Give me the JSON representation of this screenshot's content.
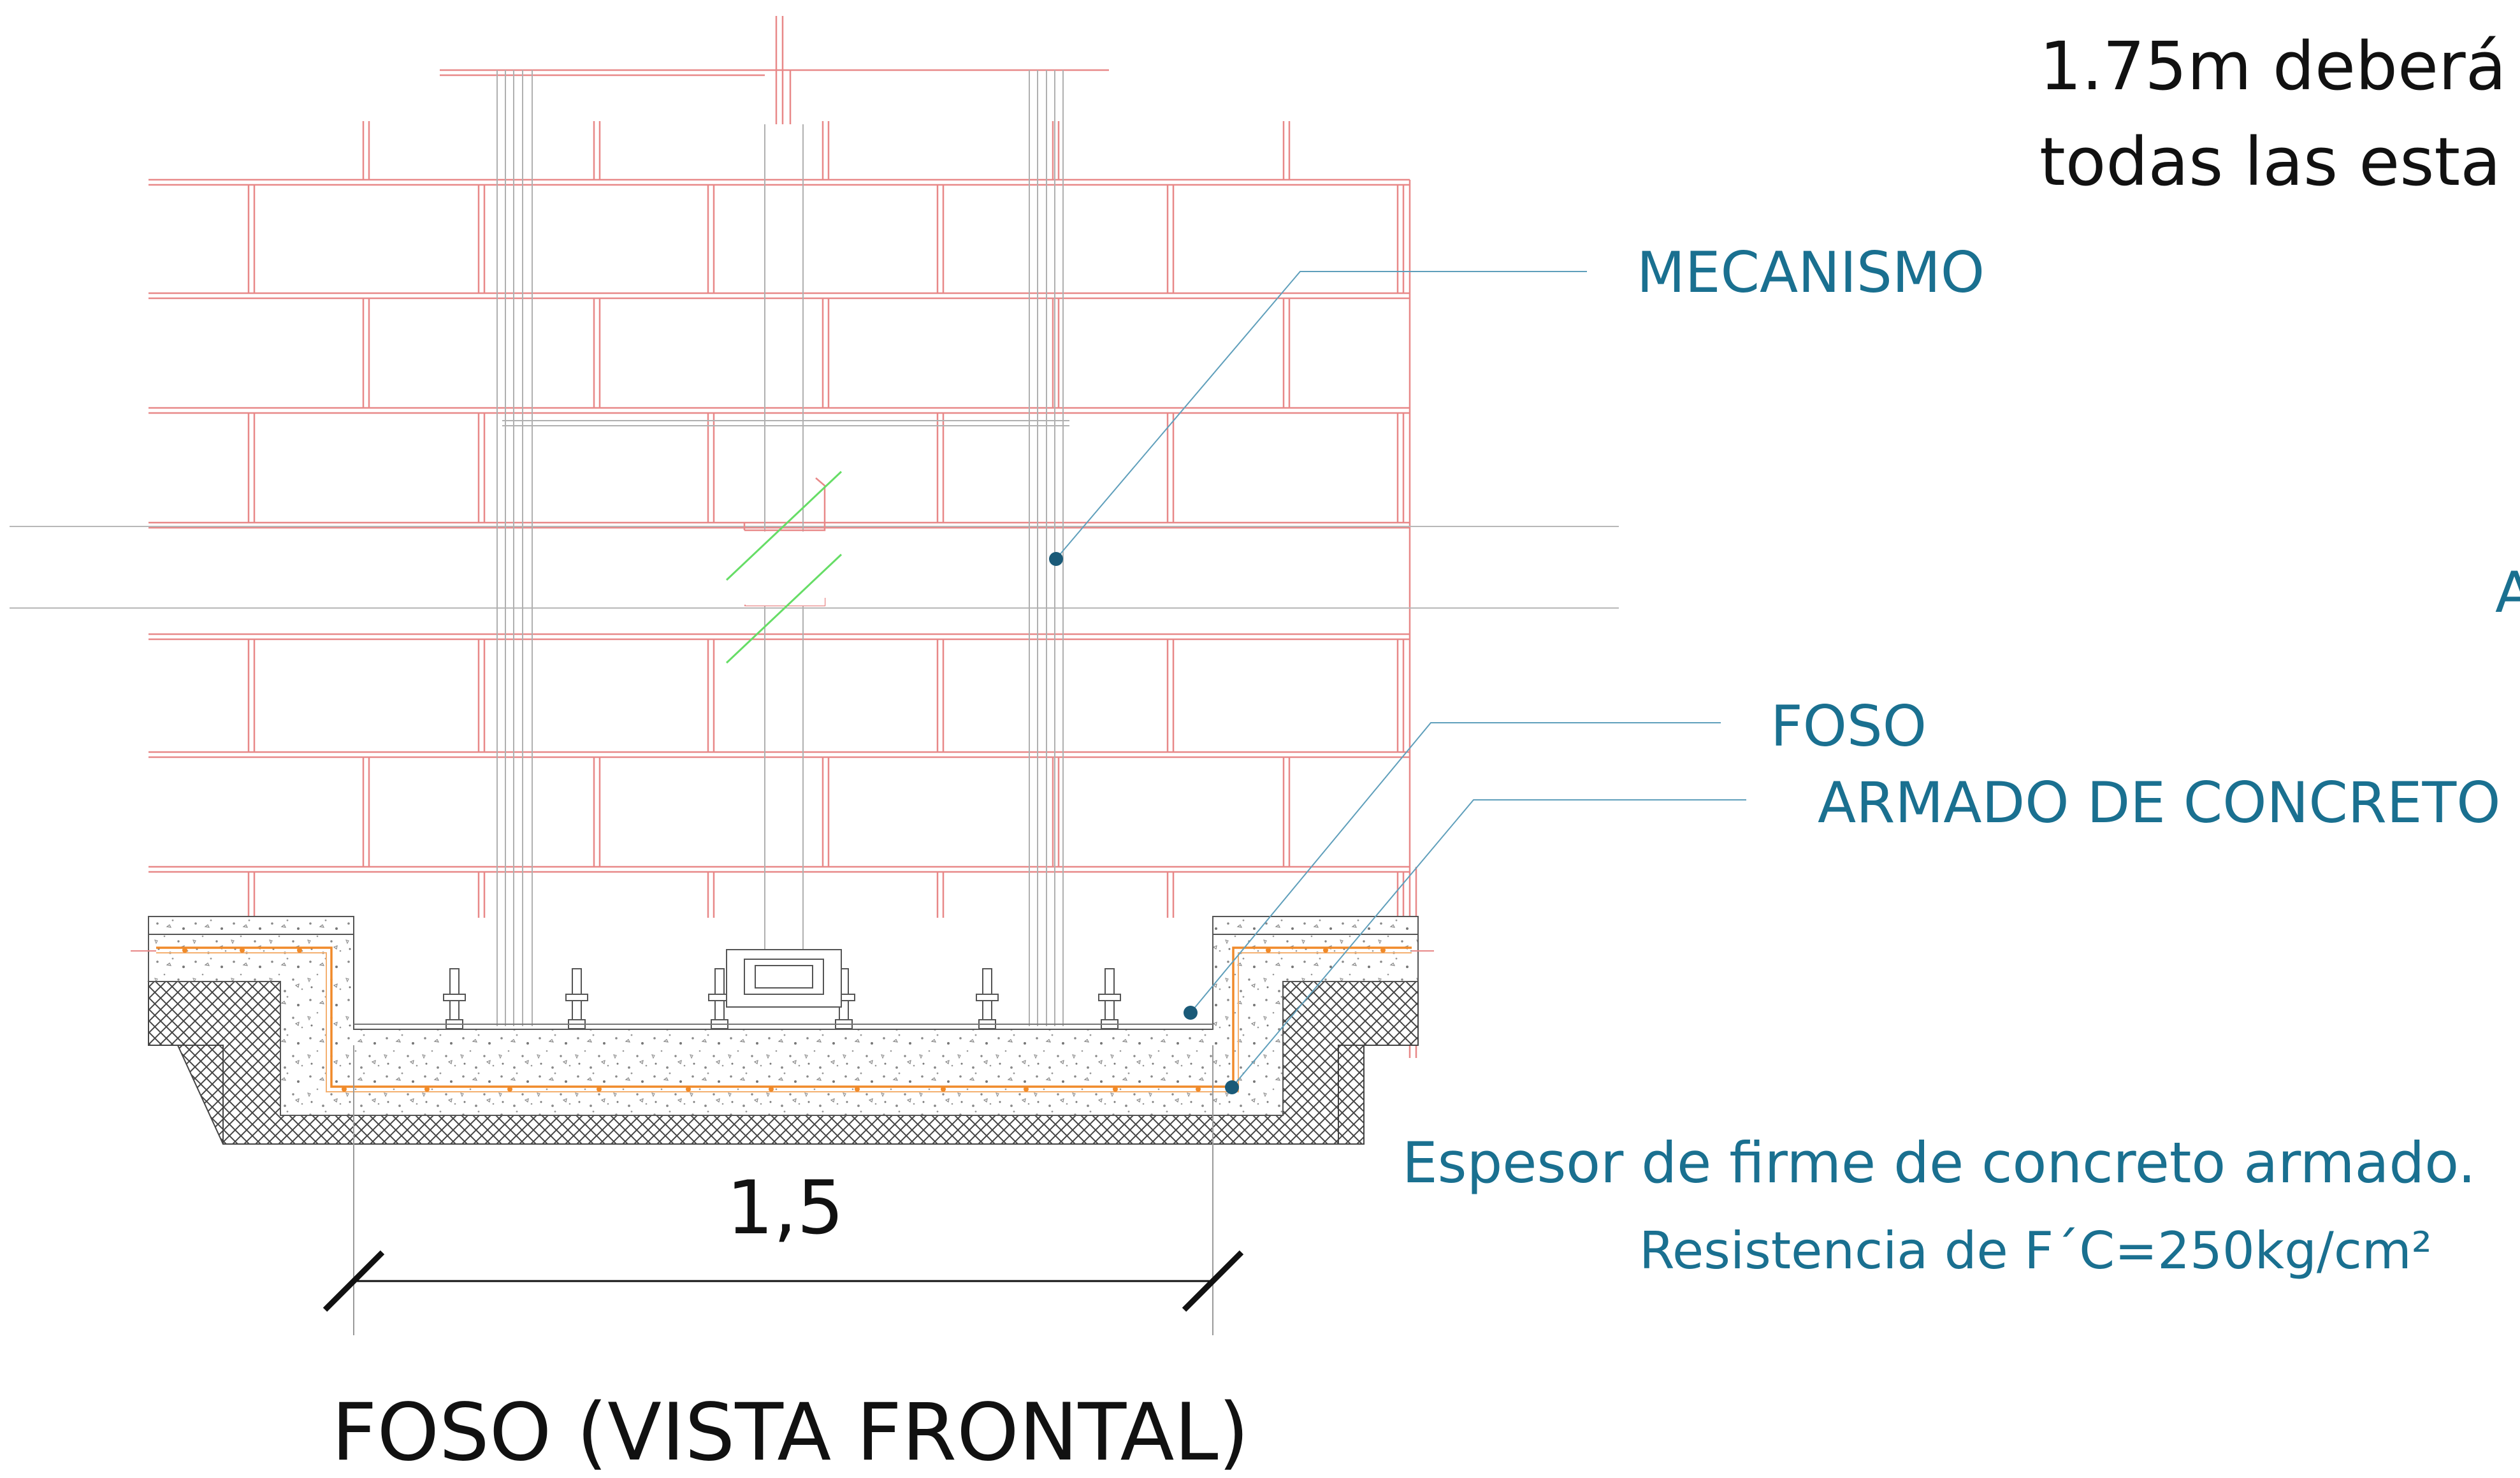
{
  "labels": {
    "note_line1": "1.75m deberá",
    "note_line2": "todas las esta",
    "mecanismo": "MECANISMO",
    "cut_letter": "A",
    "foso": "FOSO",
    "armado": "ARMADO DE CONCRETO",
    "espesor": "Espesor de firme de concreto armado.",
    "resistencia": "Resistencia de F´C=250kg/cm²",
    "dimension": "1,5",
    "title": "FOSO (VISTA FRONTAL)"
  },
  "colors": {
    "brick": "#e88888",
    "annotation": "#1a7090",
    "text": "#111111",
    "rebar": "#f08a2a",
    "break_line": "#66dd66",
    "guide": "#b8b8b8"
  }
}
